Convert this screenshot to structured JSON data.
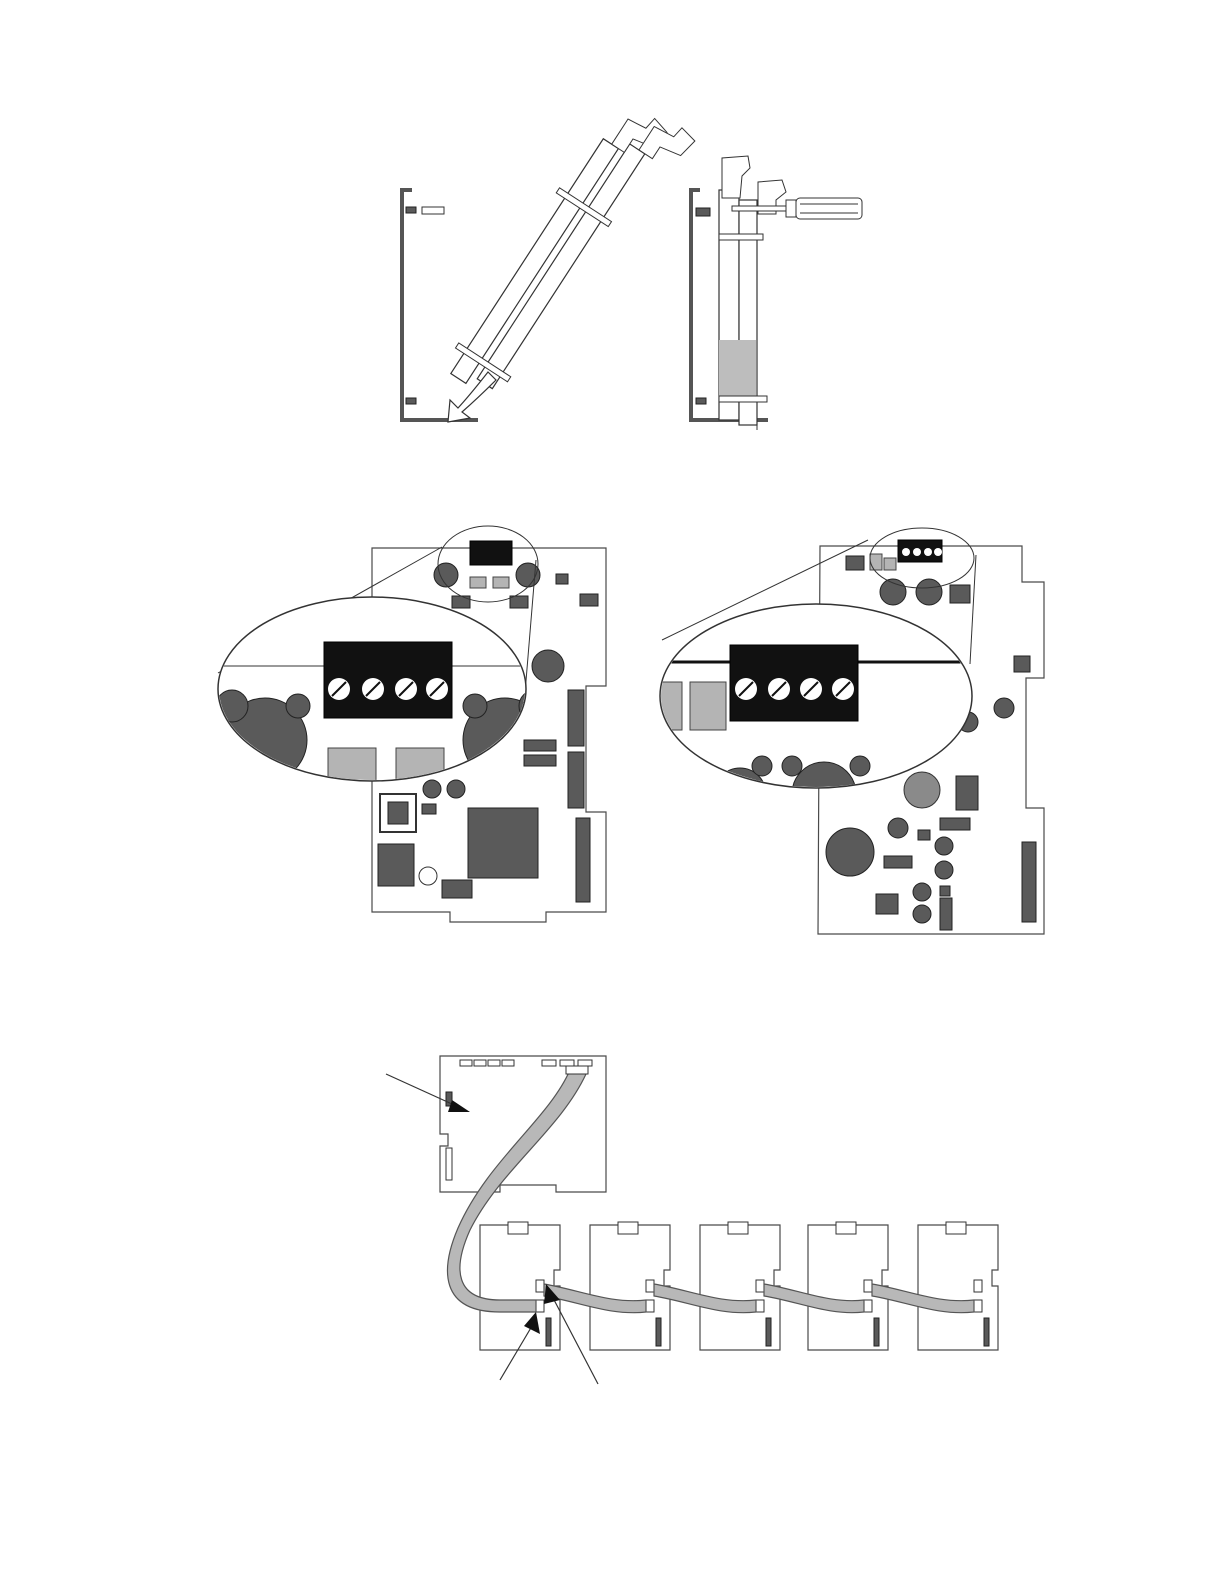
{
  "page": {
    "background": "#ffffff"
  },
  "figures": [
    {
      "name": "card-insertion-tilted",
      "description": ""
    },
    {
      "name": "card-seated-screwdriver",
      "description": ""
    },
    {
      "name": "board-terminal-closeup-left",
      "description": ""
    },
    {
      "name": "board-terminal-closeup-right",
      "description": ""
    },
    {
      "name": "ribbon-cable-daisy-chain",
      "description": ""
    }
  ],
  "colors": {
    "line": "#333333",
    "dark_fill": "#5a5a5a",
    "black_fill": "#111111",
    "light_fill": "#b4b4b4"
  },
  "icons": [
    "screwdriver-icon",
    "terminal-screw-icon",
    "arrow-icon"
  ]
}
